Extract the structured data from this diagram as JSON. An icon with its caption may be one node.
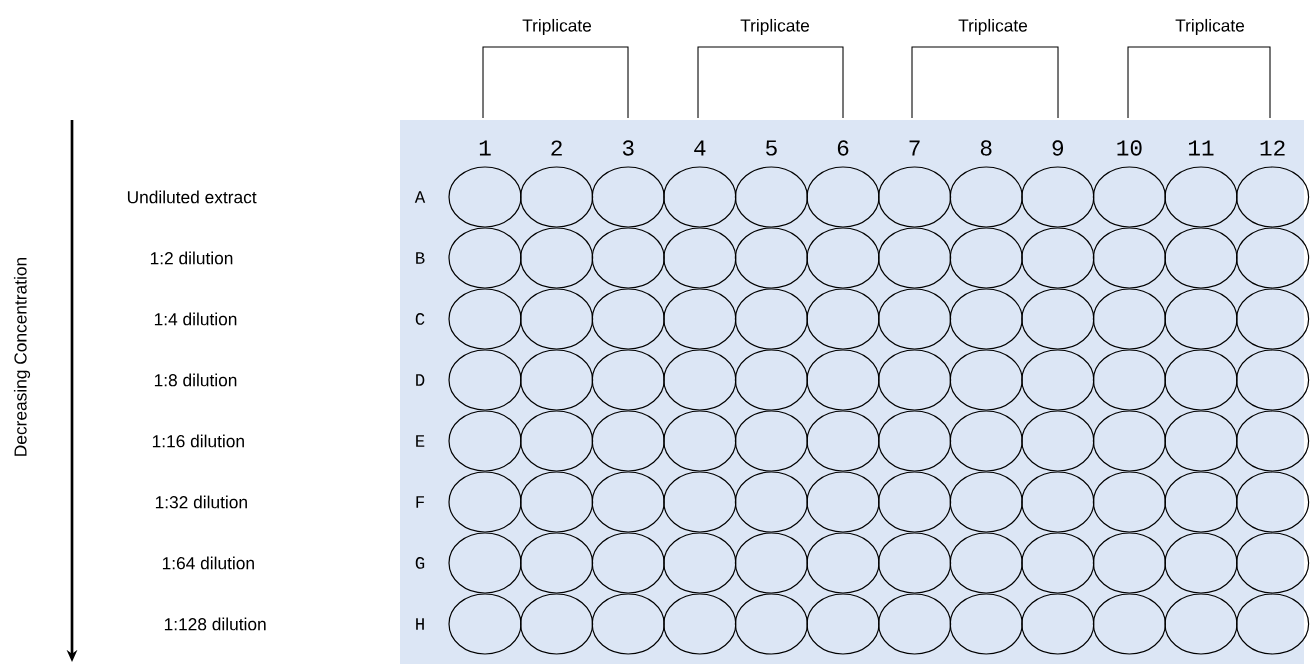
{
  "diagram": {
    "labels": [
      "Triplicate",
      "Triplicate",
      "Triplicate",
      "Triplicate",
      "1",
      "2",
      "3",
      "4",
      "5",
      "6",
      "7",
      "8",
      "9",
      "10",
      "11",
      "12",
      "Decreasing Concentration",
      "Undiluted extract",
      "A",
      "1:2 dilution",
      "B",
      "1:4 dilution",
      "C",
      "1:8 dilution",
      "D",
      "1:16 dilution",
      "E",
      "1:32 dilution",
      "F",
      "1:64 dilution",
      "G",
      "1:128 dilution",
      "H"
    ]
  }
}
